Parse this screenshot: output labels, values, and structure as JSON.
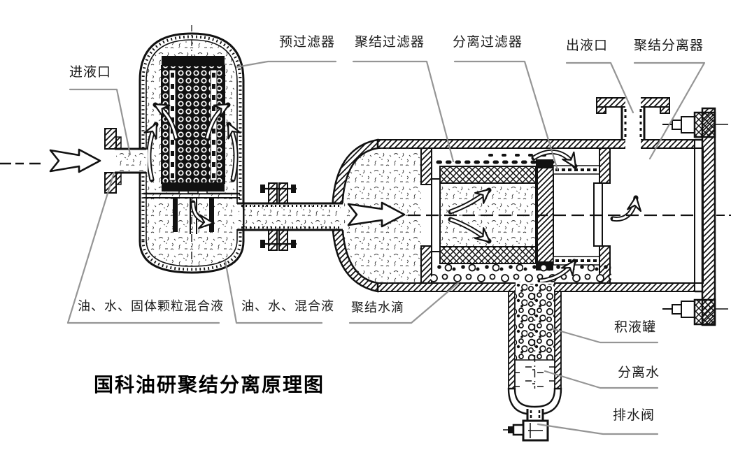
{
  "title": "国科油研聚结分离原理图",
  "labels": {
    "inlet": "进液口",
    "prefilter": "预过滤器",
    "coalescing_filter": "聚结过滤器",
    "separation_filter": "分离过滤器",
    "outlet": "出液口",
    "separator": "聚结分离器",
    "mixture_solids": "油、水、固体颗粒混合液",
    "mixture": "油、水、混合液",
    "coalesced_droplets": "聚结水滴",
    "collection_tank": "积液罐",
    "separated_water": "分离水",
    "drain_valve": "排水阀"
  },
  "colors": {
    "ink": "#111111",
    "leader_line": "#8a8a8a",
    "background": "#ffffff",
    "title_text": "#000000"
  }
}
